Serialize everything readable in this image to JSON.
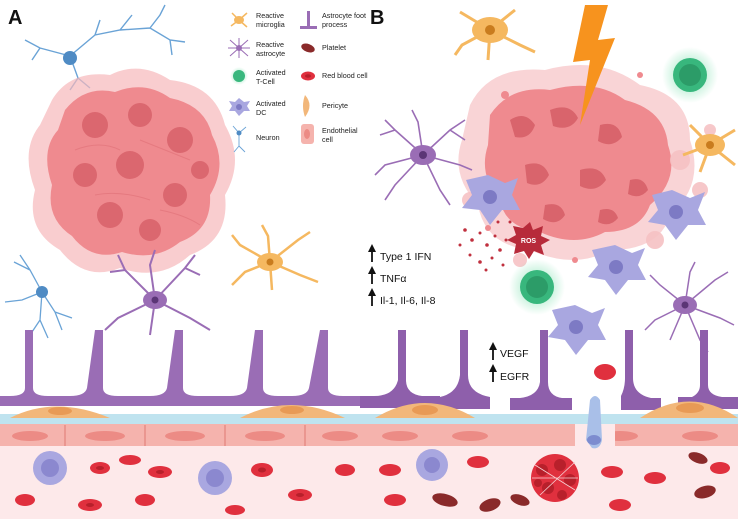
{
  "panels": {
    "a": "A",
    "b": "B"
  },
  "legend": {
    "reactive_microglia": [
      "Reactive",
      "microglia"
    ],
    "reactive_astrocyte": [
      "Reactive",
      "astrocyte"
    ],
    "activated_tcell": [
      "Activated",
      "T-Cell"
    ],
    "activated_dc": [
      "Activated",
      "DC"
    ],
    "neuron": [
      "Neuron"
    ],
    "astrocyte_foot_process": [
      "Astrocyte foot",
      "process"
    ],
    "platelet": [
      "Platelet"
    ],
    "red_blood_cell": [
      "Red blood cell"
    ],
    "pericyte": [
      "Pericyte"
    ],
    "endothelial_cell": [
      "Endothelial",
      "cell"
    ]
  },
  "markers": {
    "type1_ifn": "Type 1 IFN",
    "tnfa": "TNFα",
    "interleukins": "Il-1, Il-6, Il-8",
    "vegf": "VEGF",
    "egfr": "EGFR",
    "ros": "ROS"
  },
  "colors": {
    "tumor": "#ef8a8f",
    "tumor_dark": "#d9646c",
    "astrocyte": "#9a6db5",
    "astrocyte_dark": "#7c4f9a",
    "microglia": "#f5b860",
    "tcell": "#38b77d",
    "dc": "#a9a7e0",
    "neuron": "#6aa3d6",
    "platelet": "#8a2a2a",
    "rbc": "#e0303e",
    "pericyte": "#f2b77a",
    "endothelial": "#f5b3ad",
    "lightning": "#f7931e",
    "vessel_lumen": "#fde9ea",
    "basement": "#bfe3ef"
  }
}
